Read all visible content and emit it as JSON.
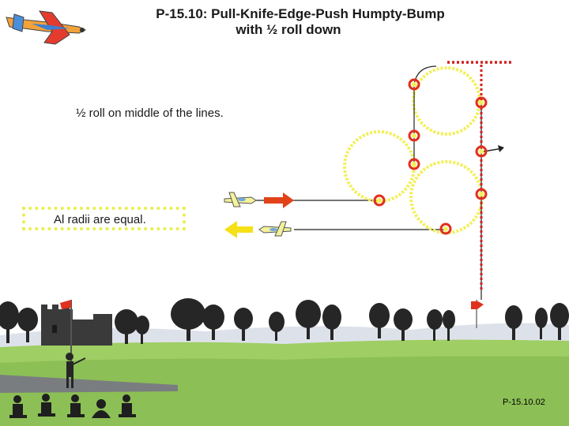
{
  "title": {
    "line1": "P-15.10: Pull-Knife-Edge-Push Humpty-Bump",
    "line2": "with ½ roll down"
  },
  "note": "½  roll on middle of the lines.",
  "radii_note": "Al radii are equal.",
  "figure_id": "P-15.10.02",
  "colors": {
    "path_yellow": "#f2f05a",
    "marker_red": "#e0301e",
    "dotted_red": "#d11f1f",
    "arrow_red": "#e2421a",
    "arrow_yellow": "#f6e016",
    "ground_green": "#8fc35a",
    "sky_band": "#e6eaf0"
  },
  "icons": [
    "airplane-logo-icon",
    "airplane-icon",
    "arrow-right-icon",
    "arrow-left-icon",
    "flag-icon",
    "judge-icon",
    "tree-icon",
    "castle-icon"
  ]
}
